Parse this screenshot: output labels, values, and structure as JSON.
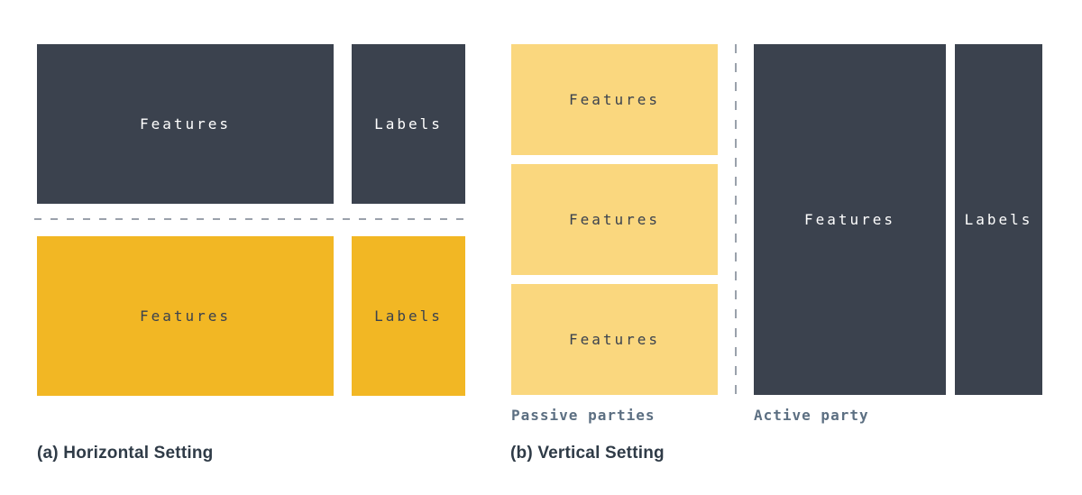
{
  "horizontal": {
    "caption": "(a) Horizontal Setting",
    "top_features": "Features",
    "top_labels": "Labels",
    "bottom_features": "Features",
    "bottom_labels": "Labels"
  },
  "vertical": {
    "caption": "(b) Vertical Setting",
    "passive": {
      "box1": "Features",
      "box2": "Features",
      "box3": "Features",
      "label": "Passive parties"
    },
    "active": {
      "features": "Features",
      "labels": "Labels",
      "label": "Active party"
    }
  },
  "colors": {
    "dark": "#3B424E",
    "yellow": "#F2B724",
    "light_yellow": "#FAD77E",
    "text_on_dark": "#FFFFFF",
    "caption": "#2F3B47",
    "party_label": "#5C6F82",
    "dash": "#9AA1AB"
  }
}
